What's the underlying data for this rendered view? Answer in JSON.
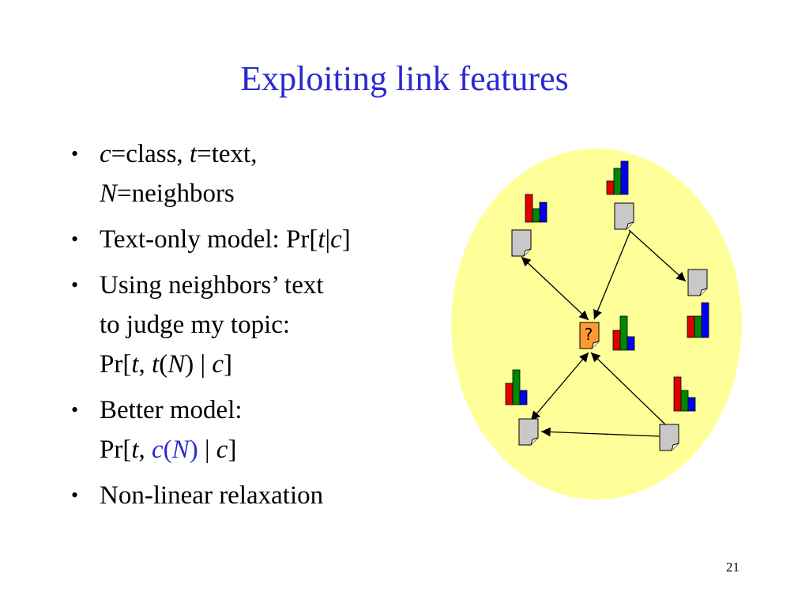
{
  "slide": {
    "title": "Exploiting link features",
    "page_number": "21"
  },
  "bullets": [
    {
      "lines": [
        [
          {
            "t": "c",
            "style": "i"
          },
          {
            "t": "=class, "
          },
          {
            "t": "t",
            "style": "i"
          },
          {
            "t": "=text,"
          }
        ],
        [
          {
            "t": "N",
            "style": "i"
          },
          {
            "t": "=neighbors"
          }
        ]
      ]
    },
    {
      "lines": [
        [
          {
            "t": "Text-only model: Pr["
          },
          {
            "t": "t",
            "style": "i"
          },
          {
            "t": "|"
          },
          {
            "t": "c",
            "style": "i"
          },
          {
            "t": "]"
          }
        ]
      ]
    },
    {
      "lines": [
        [
          {
            "t": "Using neighbors’ text"
          }
        ],
        [
          {
            "t": "to judge my topic:"
          }
        ],
        [
          {
            "t": "Pr["
          },
          {
            "t": "t",
            "style": "i"
          },
          {
            "t": ", "
          },
          {
            "t": "t",
            "style": "i"
          },
          {
            "t": "("
          },
          {
            "t": "N",
            "style": "i"
          },
          {
            "t": ") | "
          },
          {
            "t": "c",
            "style": "i"
          },
          {
            "t": "]"
          }
        ]
      ]
    },
    {
      "lines": [
        [
          {
            "t": "Better model:"
          }
        ],
        [
          {
            "t": "Pr["
          },
          {
            "t": "t",
            "style": "i"
          },
          {
            "t": ", "
          },
          {
            "t": "c",
            "style": "i blue"
          },
          {
            "t": "(",
            "style": "blue"
          },
          {
            "t": "N",
            "style": "i blue"
          },
          {
            "t": ")",
            "style": "blue"
          },
          {
            "t": " | "
          },
          {
            "t": "c",
            "style": "i"
          },
          {
            "t": "]"
          }
        ]
      ]
    },
    {
      "lines": [
        [
          {
            "t": "Non-linear relaxation"
          }
        ]
      ]
    }
  ],
  "diagram": {
    "center_label": "?",
    "colors": {
      "ellipse": "#ffff99",
      "doc": "#c8c8c8",
      "center_doc": "#ff9933",
      "bar_red": "#e00000",
      "bar_green": "#008800",
      "bar_blue": "#0000ee",
      "title": "#2a2ad0"
    }
  }
}
